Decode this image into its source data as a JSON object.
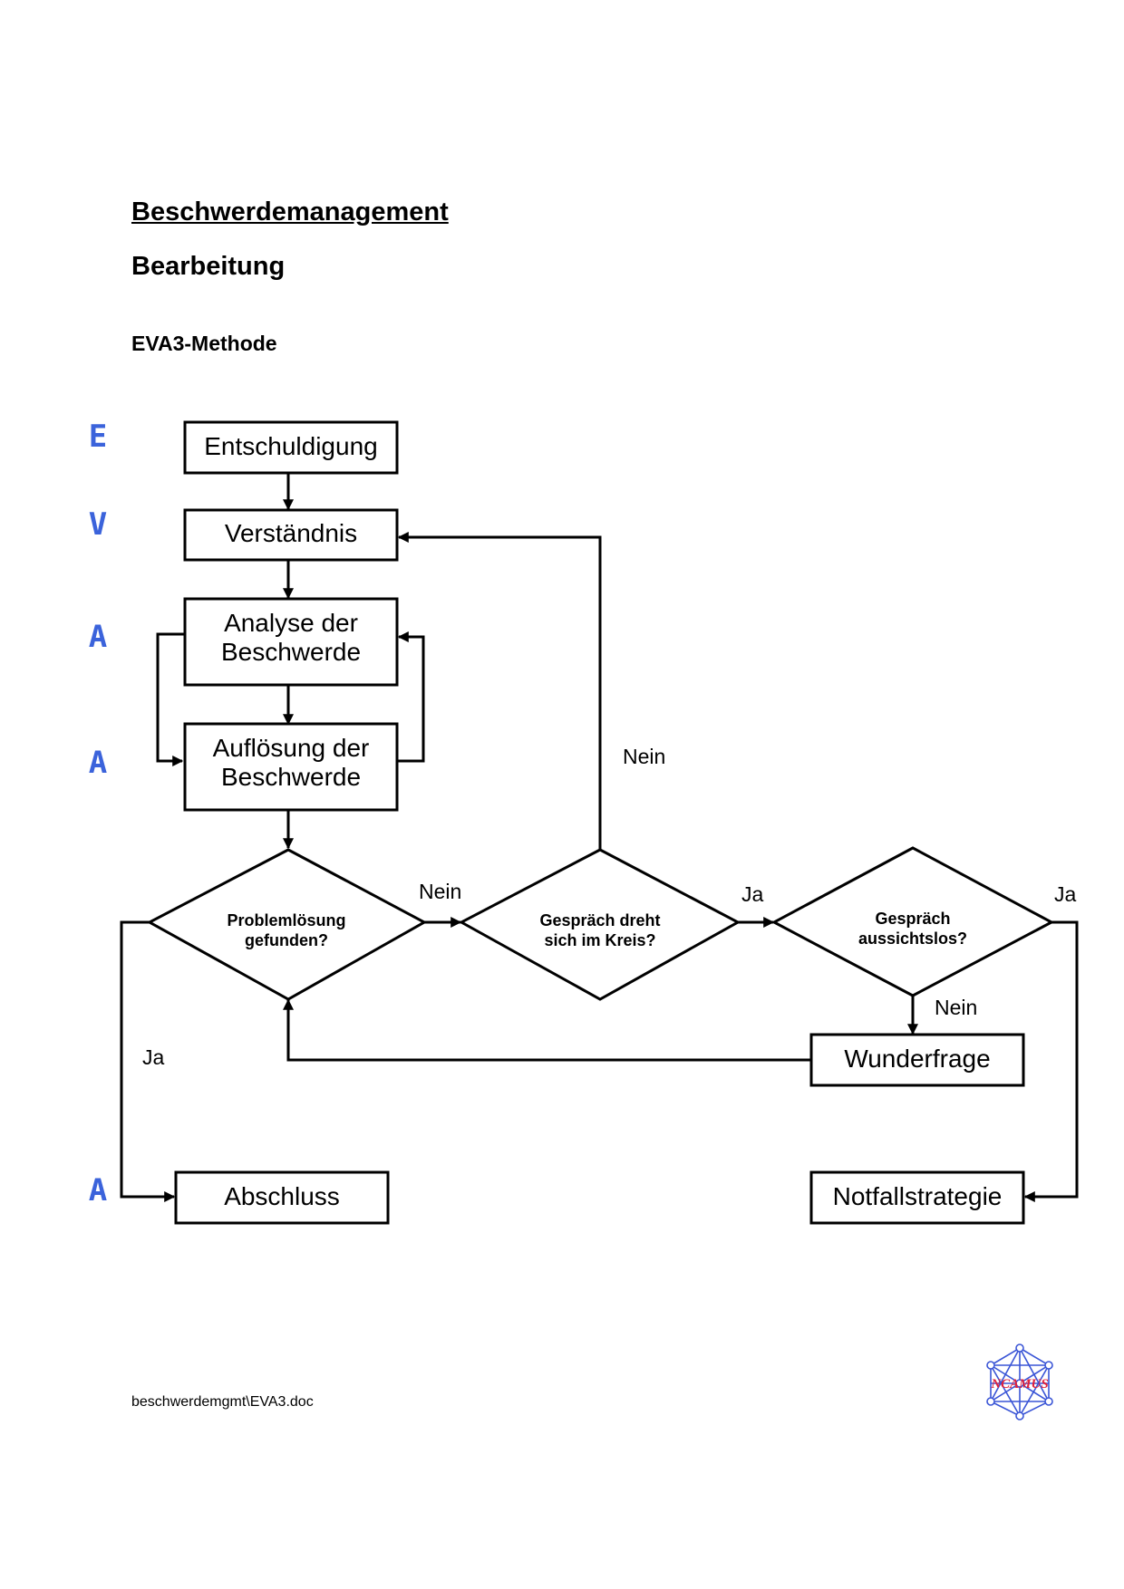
{
  "document": {
    "title": "Beschwerdemanagement",
    "subtitle": "Bearbeitung",
    "method": "EVA3-Methode",
    "footer": "beschwerdemgmt\\EVA3.doc"
  },
  "colors": {
    "letters": "#3b63db",
    "logo_lines": "#3a55d6",
    "logo_text": "#e0203a"
  },
  "letters": {
    "e": "E",
    "v": "V",
    "a1": "A",
    "a2": "A",
    "a3": "A"
  },
  "boxes": {
    "entschuldigung": "Entschuldigung",
    "verstaendnis": "Verständnis",
    "analyse_line1": "Analyse der",
    "analyse_line2": "Beschwerde",
    "aufloesung_line1": "Auflösung der",
    "aufloesung_line2": "Beschwerde",
    "wunderfrage": "Wunderfrage",
    "abschluss": "Abschluss",
    "notfallstrategie": "Notfallstrategie"
  },
  "decisions": {
    "problem_line1": "Problemlösung",
    "problem_line2": "gefunden?",
    "kreis_line1": "Gespräch dreht",
    "kreis_line2": "sich im Kreis?",
    "aussichtslos_line1": "Gespräch",
    "aussichtslos_line2": "aussichtslos?"
  },
  "labels": {
    "nein_top": "Nein",
    "nein_problem": "Nein",
    "ja_kreis": "Ja",
    "ja_aussichtslos": "Ja",
    "nein_aussichtslos": "Nein",
    "ja_problem": "Ja"
  },
  "logo": {
    "text": "NCAMUS"
  }
}
